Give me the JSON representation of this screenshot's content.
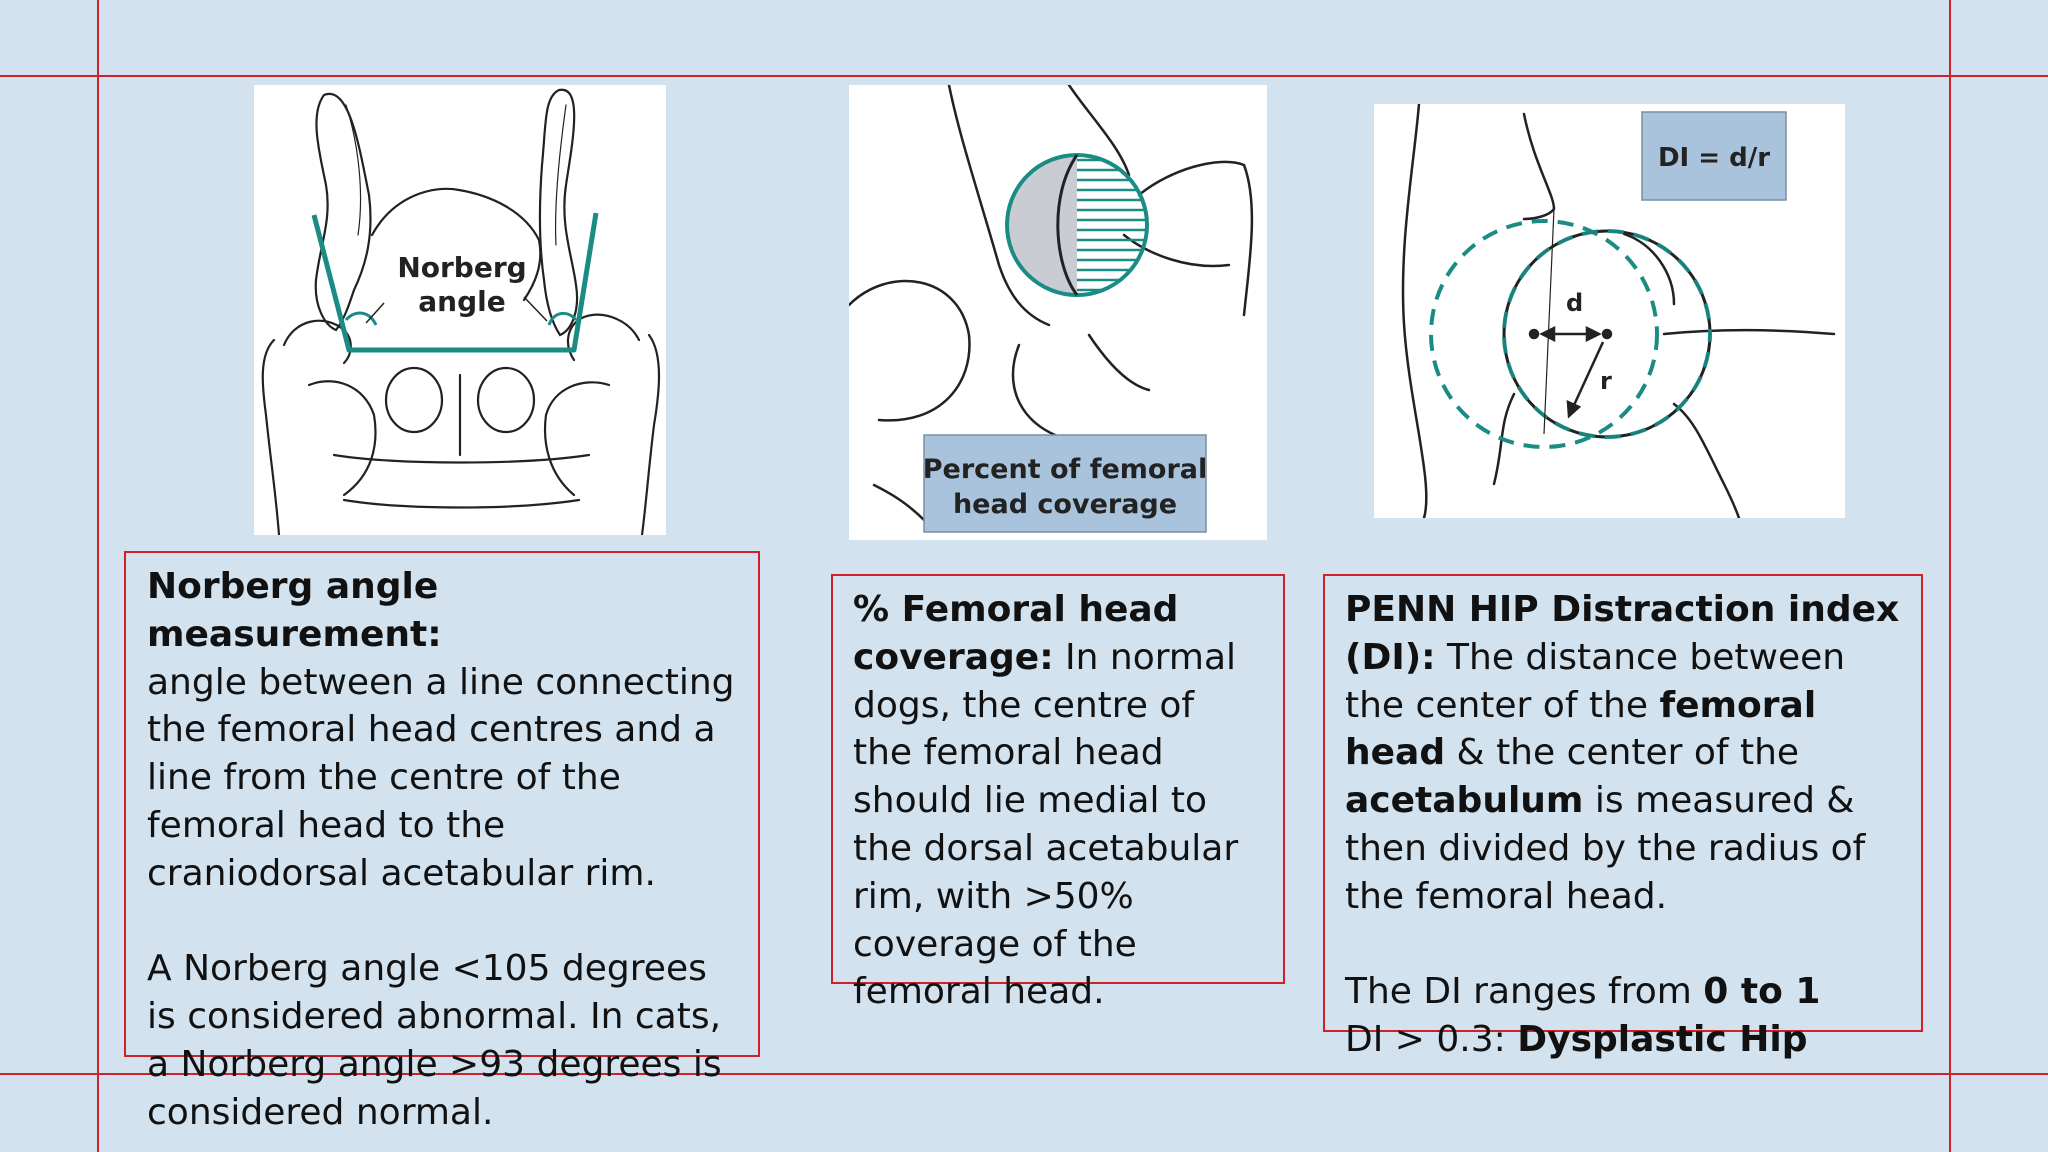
{
  "figures": {
    "norberg": {
      "label_line1": "Norberg",
      "label_line2": "angle"
    },
    "coverage": {
      "label_line1": "Percent of femoral",
      "label_line2": "head coverage"
    },
    "di": {
      "formula": "DI = d/r",
      "d_label": "d",
      "r_label": "r"
    }
  },
  "boxes": {
    "norberg": {
      "heading": "Norberg angle measurement:",
      "body": "angle between a line connecting the femoral head centres and a line from the centre of the femoral head to the craniodorsal acetabular rim.",
      "note": "A Norberg angle <105 degrees is considered abnormal. In cats, a Norberg angle >93 degrees is considered normal."
    },
    "coverage": {
      "heading": "% Femoral head coverage:",
      "body": " In normal dogs, the centre of the femoral head should lie medial to the dorsal acetabular rim, with >50% coverage of the femoral head."
    },
    "di": {
      "heading": "PENN HIP Distraction index (DI):",
      "body_1": " The distance between the center of the ",
      "bold_1": "femoral head",
      "body_2": " & the center of the ",
      "bold_2": "acetabulum",
      "body_3": " is measured & then divided by the radius of the femoral head.",
      "range_text": "The DI ranges from ",
      "range_bold": "0 to 1",
      "threshold_text": "DI > 0.3: ",
      "threshold_bold": "Dysplastic Hip"
    }
  },
  "colors": {
    "background": "#d2e2ee",
    "guide": "#d0202a",
    "teal": "#1a8c84",
    "label_box": "#a9c3dc"
  }
}
